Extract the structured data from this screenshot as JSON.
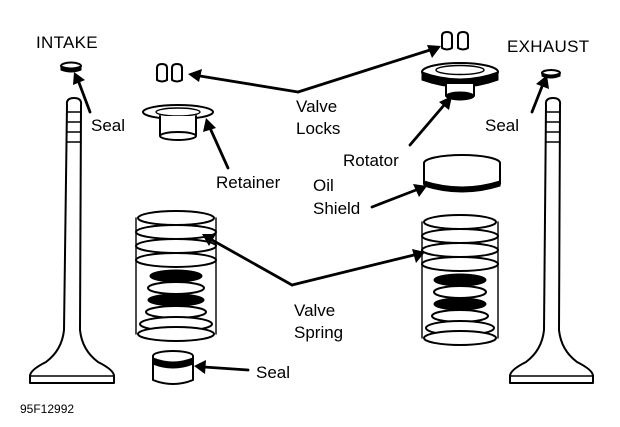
{
  "labels": {
    "intake": "INTAKE",
    "exhaust": "EXHAUST",
    "seal_intake": "Seal",
    "seal_exhaust": "Seal",
    "seal_lower": "Seal",
    "valve_locks_1": "Valve",
    "valve_locks_2": "Locks",
    "rotator": "Rotator",
    "retainer": "Retainer",
    "oil_shield_1": "Oil",
    "oil_shield_2": "Shield",
    "valve_spring_1": "Valve",
    "valve_spring_2": "Spring",
    "figure_code": "95F12992"
  }
}
